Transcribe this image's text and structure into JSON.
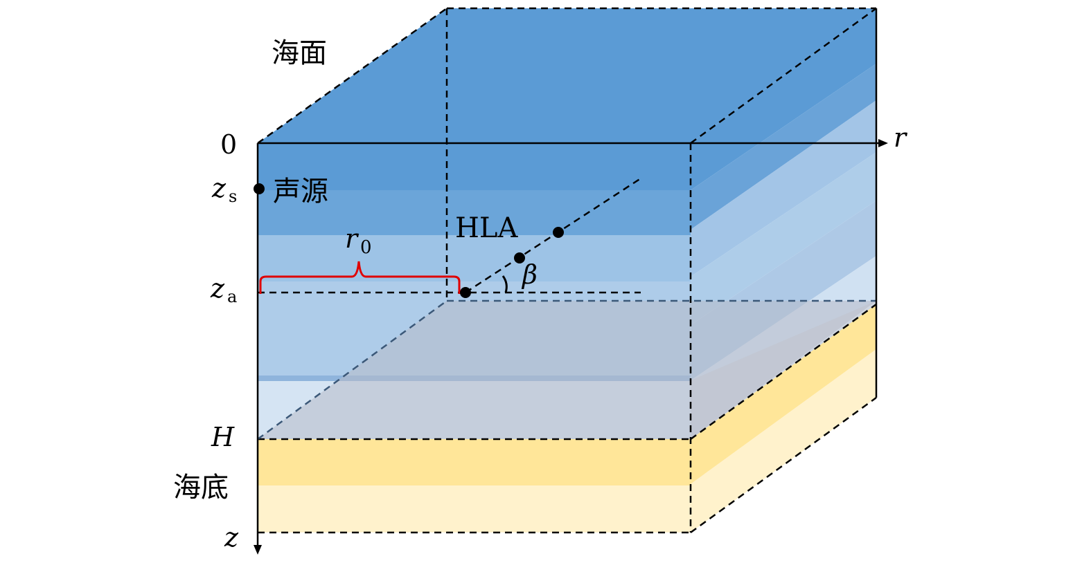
{
  "labels": {
    "sea_surface": "海面",
    "seabed": "海底",
    "source": "声源",
    "hla": "HLA",
    "origin": "0",
    "zs": "z",
    "zs_sub": "s",
    "za": "z",
    "za_sub": "a",
    "H": "H",
    "z_axis": "z",
    "r_axis": "r",
    "r0": "r",
    "r0_sub": "0",
    "beta": "β"
  },
  "colors": {
    "water_top": "#5b9bd5",
    "sediment_upper": "#ffe699",
    "sediment_lower": "#fff2cc",
    "bracket": "#e00000"
  }
}
